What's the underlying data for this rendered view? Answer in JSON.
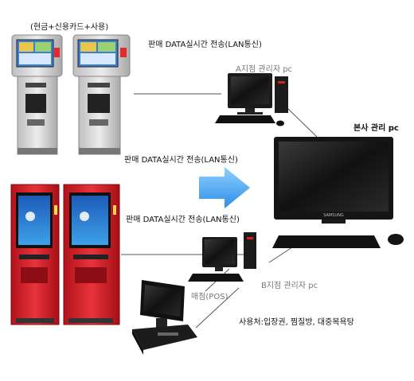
{
  "labels": {
    "kiosk_payment": "(현금+신용카드+사용)",
    "transfer_top": "판매 DATA실시간 전송(LAN통신)",
    "branch_a_pc": "A지점 관리자 pc",
    "hq_pc": "본사 관리 pc",
    "transfer_middle": "판매 DATA실시간 전송(LAN통신)",
    "transfer_bottom": "판매 DATA실시간 전송(LAN통신)",
    "branch_b_pc": "B지점 관리자 pc",
    "pos": "매점(POS)",
    "places": "사용처:입장권, 찜질방, 대중목욕탕"
  },
  "monitor_brand": "SAMSUNG",
  "colors": {
    "kiosk_gray": "#d9d9d9",
    "kiosk_red": "#d8202a",
    "screen_blue": "#2f6fcf",
    "arrow_blue": "#4aa3f0",
    "pc_black": "#1b1b1b",
    "line": "#555555"
  }
}
